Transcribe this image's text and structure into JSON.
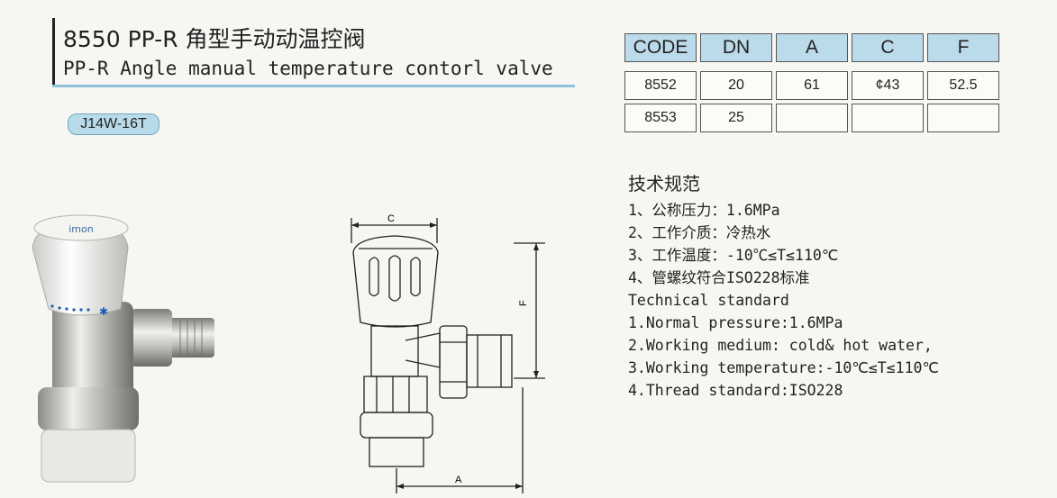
{
  "header": {
    "title_cn": "8550 PP-R 角型手动动温控阀",
    "title_en": "PP-R Angle manual temperature contorl valve"
  },
  "model_badge": "J14W-16T",
  "spec_table": {
    "headers": [
      "CODE",
      "DN",
      "A",
      "C",
      "F"
    ],
    "rows": [
      [
        "8552",
        "20",
        "61",
        "¢43",
        "52.5"
      ],
      [
        "8553",
        "25",
        "",
        "",
        ""
      ]
    ]
  },
  "technical": {
    "heading_cn": "技术规范",
    "lines": [
      "1、公称压力：1.6MPa",
      "2、工作介质：冷热水",
      "3、工作温度：-10℃≤T≤110℃",
      "4、管螺纹符合ISO228标准",
      "Technical standard",
      "1.Normal pressure:1.6MPa",
      "2.Working medium: cold& hot water,",
      "3.Working temperature:-10℃≤T≤110℃",
      "4.Thread standard:ISO228"
    ]
  },
  "product_photo": {
    "knob_logo": "imon"
  },
  "drawing": {
    "dim_c": "C",
    "dim_f": "F",
    "dim_a": "A"
  },
  "colors": {
    "accent": "#8fc3d9",
    "table_header": "#bcdbea",
    "badge": "#b9dbe9"
  }
}
